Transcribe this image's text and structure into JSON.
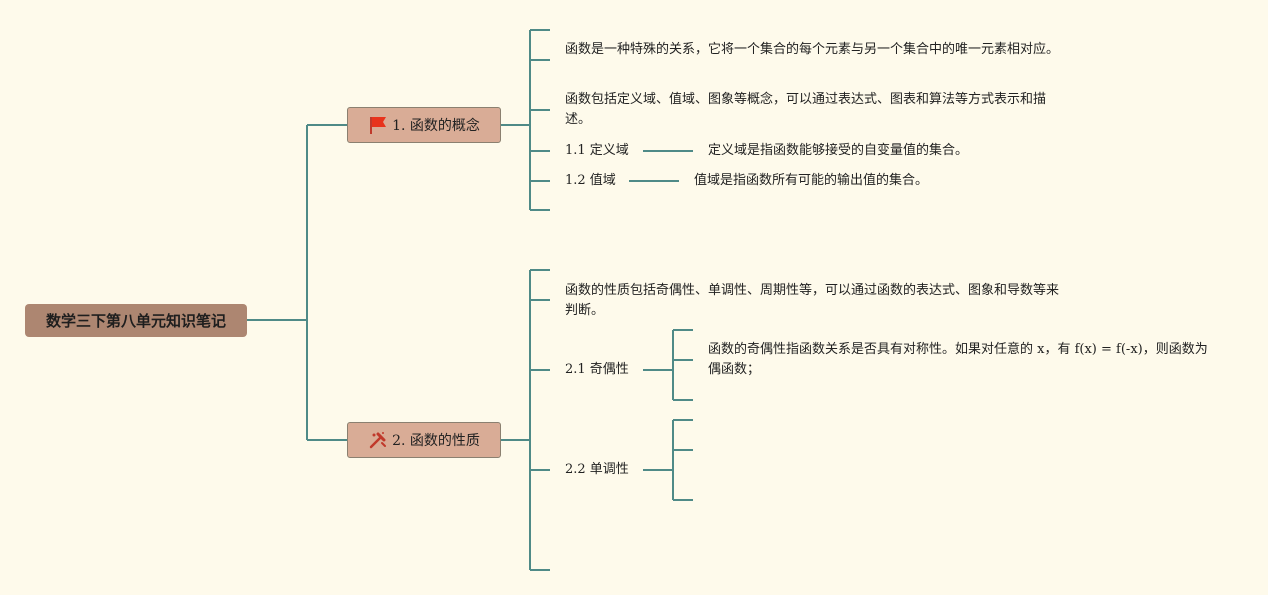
{
  "root": {
    "title": "数学三下第八单元知识笔记"
  },
  "topic1": {
    "title": "1. 函数的概念",
    "icon": "red-flag-icon",
    "notes": [
      "函数是一种特殊的关系，它将一个集合的每个元素与另一个集合中的唯一元素相对应。",
      "函数包括定义域、值域、图象等概念，可以通过表达式、图表和算法等方式表示和描述。"
    ],
    "sub": [
      {
        "label": "1.1 定义域",
        "desc": "定义域是指函数能够接受的自变量值的集合。"
      },
      {
        "label": "1.2 值域",
        "desc": "值域是指函数所有可能的输出值的集合。"
      }
    ]
  },
  "topic2": {
    "title": "2. 函数的性质",
    "icon": "tools-icon",
    "notes": [
      "函数的性质包括奇偶性、单调性、周期性等，可以通过函数的表达式、图象和导数等来判断。"
    ],
    "sub": [
      {
        "label": "2.1 奇偶性",
        "desc": "函数的奇偶性指函数关系是否具有对称性。如果对任意的 x，有 f(x) = f(-x)，则函数为偶函数；"
      },
      {
        "label": "2.2 单调性"
      }
    ]
  },
  "colors": {
    "background": "#fefaeb",
    "connector": "#4f8a87",
    "root_fill": "#ad8671",
    "topic_fill": "#d9ac96"
  }
}
